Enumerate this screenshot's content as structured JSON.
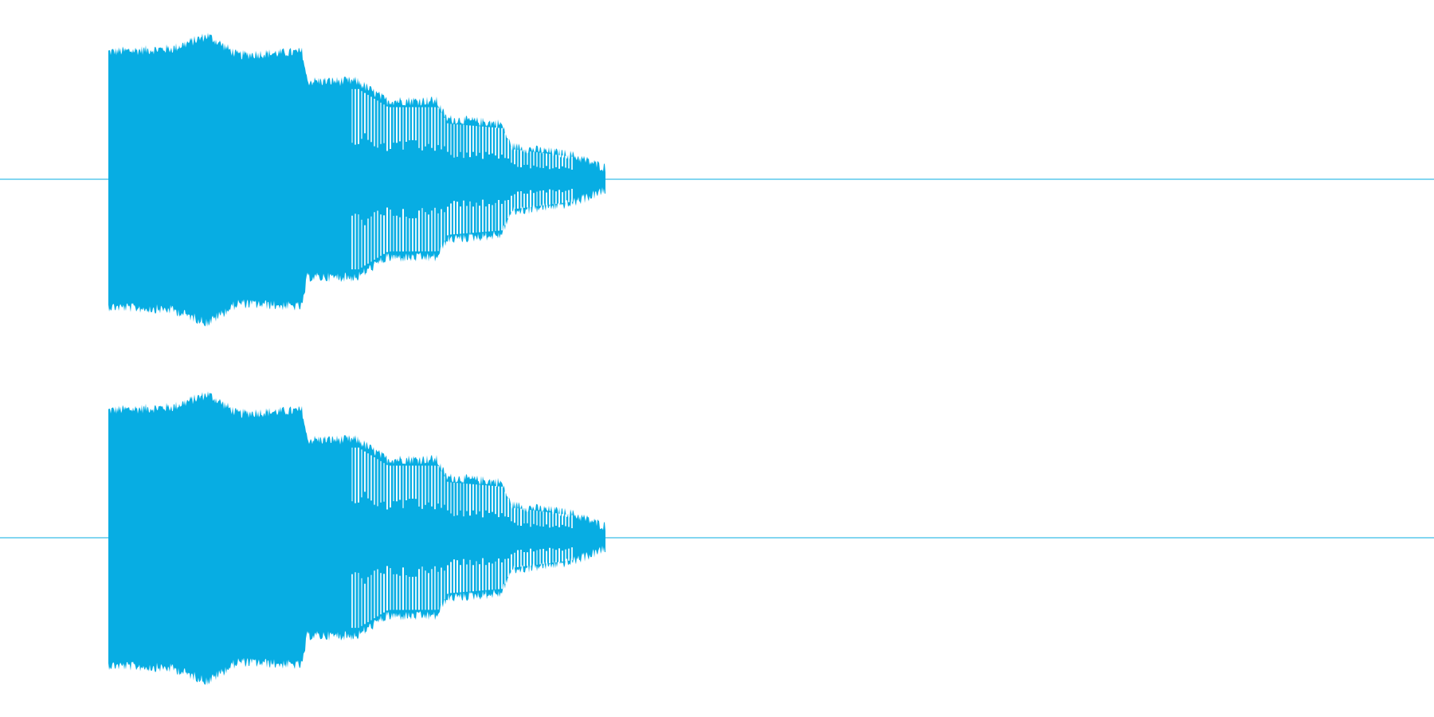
{
  "waveform": {
    "color": "#07ade3",
    "background": "#ffffff",
    "channels": [
      {
        "name": ""
      },
      {
        "name": ""
      }
    ],
    "duration_fraction_with_signal": 0.425,
    "signal_start_fraction": 0.075,
    "amplitude_envelope": [
      {
        "t": 0.0,
        "amp": 0.78
      },
      {
        "t": 0.13,
        "amp": 0.8
      },
      {
        "t": 0.2,
        "amp": 0.88
      },
      {
        "t": 0.26,
        "amp": 0.76
      },
      {
        "t": 0.39,
        "amp": 0.78
      },
      {
        "t": 0.4,
        "amp": 0.6
      },
      {
        "t": 0.5,
        "amp": 0.6
      },
      {
        "t": 0.56,
        "amp": 0.48
      },
      {
        "t": 0.66,
        "amp": 0.48
      },
      {
        "t": 0.68,
        "amp": 0.37
      },
      {
        "t": 0.79,
        "amp": 0.34
      },
      {
        "t": 0.81,
        "amp": 0.2
      },
      {
        "t": 0.93,
        "amp": 0.15
      },
      {
        "t": 1.0,
        "amp": 0.07
      }
    ]
  }
}
